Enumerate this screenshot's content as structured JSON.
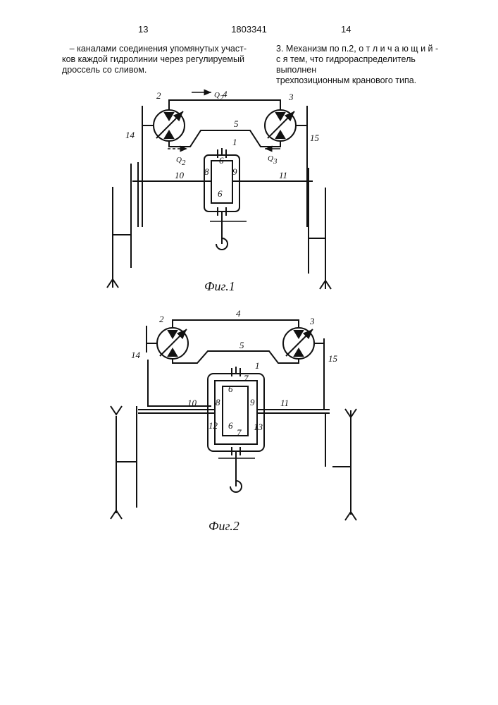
{
  "header": {
    "page_left": "13",
    "doc_number": "1803341",
    "page_right": "14"
  },
  "left_column": {
    "lines": [
      "– каналами соединения упомянутых участ-",
      "ков каждой гидролинии через регулируемый",
      "дроссель со сливом."
    ]
  },
  "right_column": {
    "lines": [
      "3. Механизм по п.2, о т л и ч а ю щ и й -",
      "с я  тем, что гидрораспределитель выполнен",
      "трехпозиционным кранового типа."
    ]
  },
  "figure1": {
    "caption": "Фиг.1",
    "labels": {
      "pump": "2",
      "motor": "3",
      "line_top": "4",
      "line_bottom": "5",
      "diff": "1",
      "gear_top": "6",
      "gear_bottom": "6",
      "gear_left": "8",
      "gear_right": "9",
      "shaft_left": "10",
      "shaft_right": "11",
      "link_left": "14",
      "link_right": "15",
      "q_top": "Q",
      "q_top_sub": "2",
      "q_left": "Q",
      "q_left_sub": "2",
      "q_right": "Q",
      "q_right_sub": "3"
    }
  },
  "figure2": {
    "caption": "Фиг.2",
    "labels": {
      "pump": "2",
      "motor": "3",
      "line_top": "4",
      "line_bottom": "5",
      "diff": "1",
      "gear_top_a": "6",
      "gear_top_b": "7",
      "gear_bottom_a": "6",
      "gear_bottom_b": "7",
      "gear_left": "8",
      "gear_right": "9",
      "shaft_left": "10",
      "shaft_right": "11",
      "brake_left": "12",
      "brake_right": "13",
      "link_left": "14",
      "link_right": "15"
    }
  }
}
